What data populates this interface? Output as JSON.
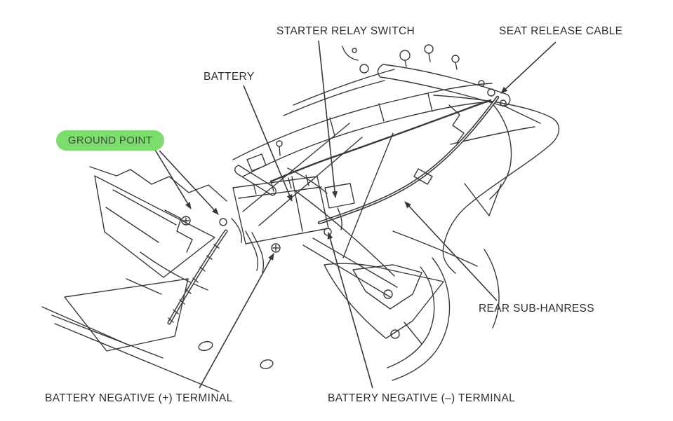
{
  "figure": {
    "type": "line-art-diagram",
    "subject": "motorcycle rear section wiring locations"
  },
  "colors": {
    "background": "#ffffff",
    "line": "#383838",
    "text": "#2e2e2e",
    "highlight_green": "#7ddc6e",
    "pill_text": "#41503c"
  },
  "labels": {
    "starter_relay_switch": "STARTER RELAY SWITCH",
    "seat_release_cable": "SEAT RELEASE CABLE",
    "battery": "BATTERY",
    "ground_point": "GROUND POINT",
    "rear_sub_harness": "REAR SUB-HANRESS",
    "battery_positive_terminal": "BATTERY NEGATIVE (+) TERMINAL",
    "battery_negative_terminal": "BATTERY NEGATIVE (–) TERMINAL"
  },
  "highlight": {
    "label": "GROUND POINT",
    "color": "#7ddc6e",
    "shape": "rounded-pill"
  }
}
